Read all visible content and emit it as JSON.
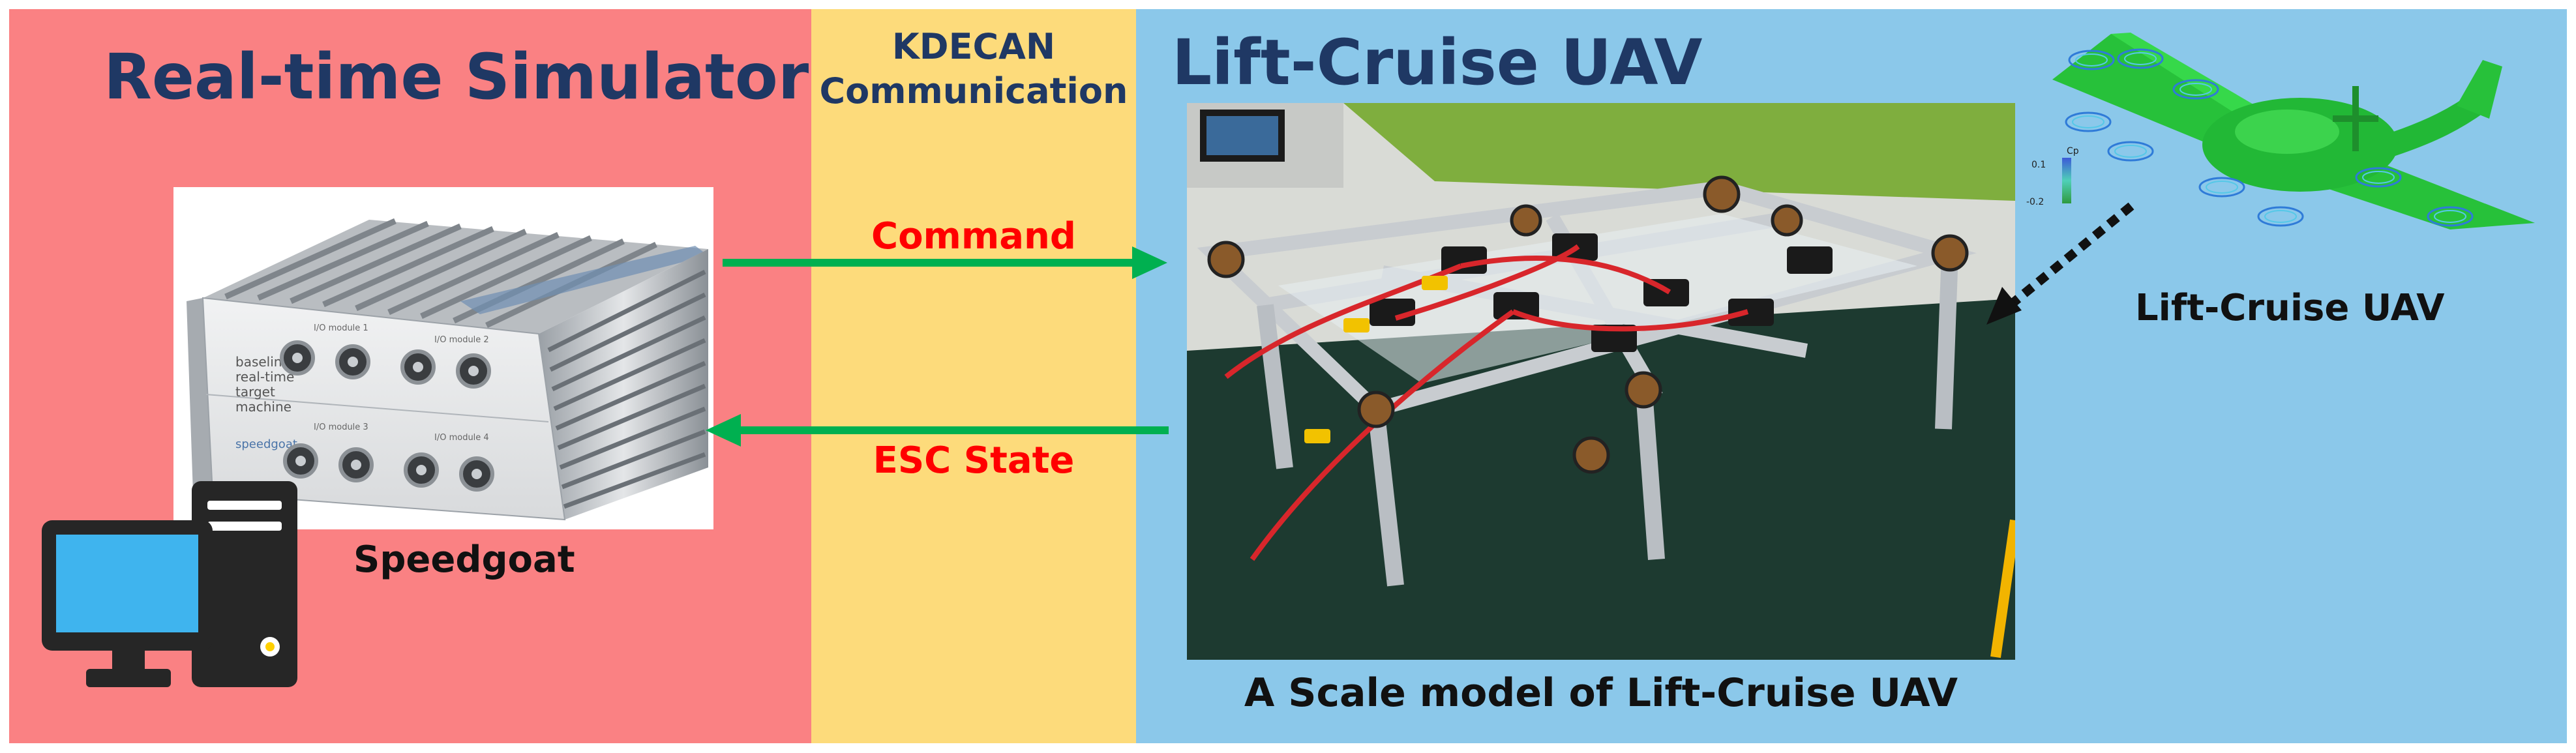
{
  "panels": {
    "simulator": {
      "title": "Real-time Simulator",
      "color": "#FA8183"
    },
    "communication": {
      "title_line1": "KDECAN",
      "title_line2": "Communication",
      "color": "#FDDB7B"
    },
    "uav": {
      "title": "Lift-Cruise UAV",
      "color": "#8BC8EA"
    }
  },
  "simulator": {
    "device_label": "Speedgoat",
    "device_text": {
      "brand": "speedgoat",
      "line1": "baseline",
      "line2": "real-time",
      "line3": "target",
      "line4": "machine",
      "module1": "I/O module 1",
      "module2": "I/O module 2",
      "module3": "I/O module 3",
      "module4": "I/O module 4"
    }
  },
  "arrows": {
    "command": {
      "label": "Command",
      "color": "#00B050"
    },
    "esc_state": {
      "label": "ESC State",
      "color": "#00B050"
    }
  },
  "uav": {
    "photo_caption": "A Scale model of Lift-Cruise UAV",
    "render_label": "Lift-Cruise UAV",
    "colorbar": {
      "title": "Cp",
      "max": "0.1",
      "min": "-0.2"
    }
  }
}
